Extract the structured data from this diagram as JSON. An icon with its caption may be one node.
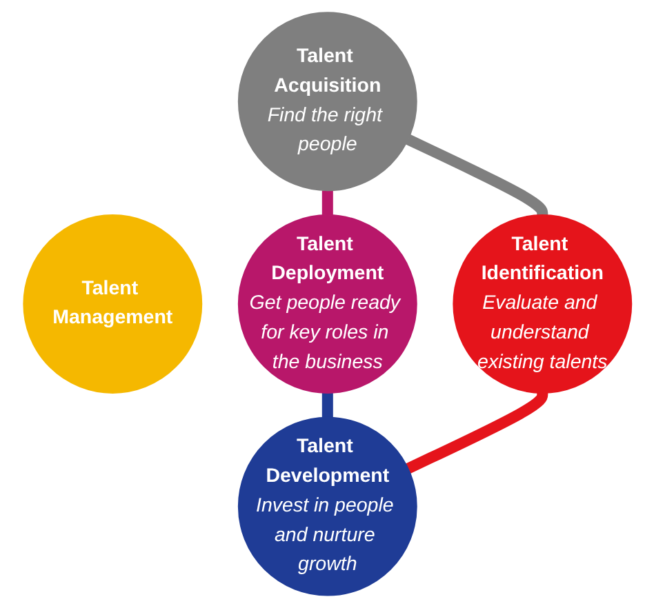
{
  "diagram": {
    "nodes": [
      {
        "text": [
          "Talent Acquisition",
          "Find the right people"
        ]
      },
      {
        "text": [
          "Talent Deployment",
          "Get people ready for key roles in the business"
        ]
      },
      {
        "text": [
          "Talent Management"
        ]
      },
      {
        "text": [
          "Talent Identification",
          "Evaluate and understand existing talents"
        ]
      },
      {
        "text": [
          "Talent Development",
          "Invest in people and nurture growth"
        ]
      }
    ],
    "edges": [
      {
        "from": 0,
        "to": 1,
        "arrow": "none",
        "color": "#b8176a"
      },
      {
        "from": 0,
        "to": 3,
        "arrow": "none",
        "color": "#7f7f7f"
      },
      {
        "from": 1,
        "to": 4,
        "arrow": "none",
        "color": "#1f3c96"
      },
      {
        "from": 3,
        "to": 4,
        "arrow": "none",
        "color": "#e5141b"
      }
    ]
  }
}
